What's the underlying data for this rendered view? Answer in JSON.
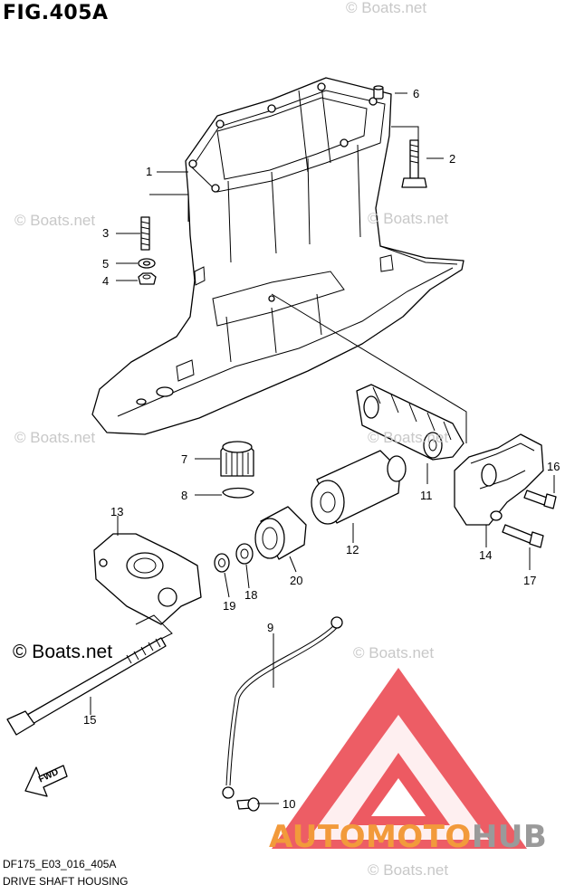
{
  "figure": {
    "title": "FIG.405A",
    "code": "DF175_E03_016_405A",
    "name": "DRIVE SHAFT HOUSING"
  },
  "watermarks": {
    "small": "© Boats.net",
    "large": "© Boats.net"
  },
  "logo": {
    "part_a": "AUTOMOTO",
    "part_b": "HUB",
    "color_a": "#f29a3b",
    "color_b": "#9a9a9a",
    "triangle_color": "#e8303a"
  },
  "direction_arrow": "FWD",
  "callouts": [
    "1",
    "2",
    "3",
    "4",
    "5",
    "6",
    "7",
    "8",
    "9",
    "10",
    "11",
    "12",
    "13",
    "14",
    "15",
    "16",
    "17",
    "18",
    "19",
    "20"
  ]
}
